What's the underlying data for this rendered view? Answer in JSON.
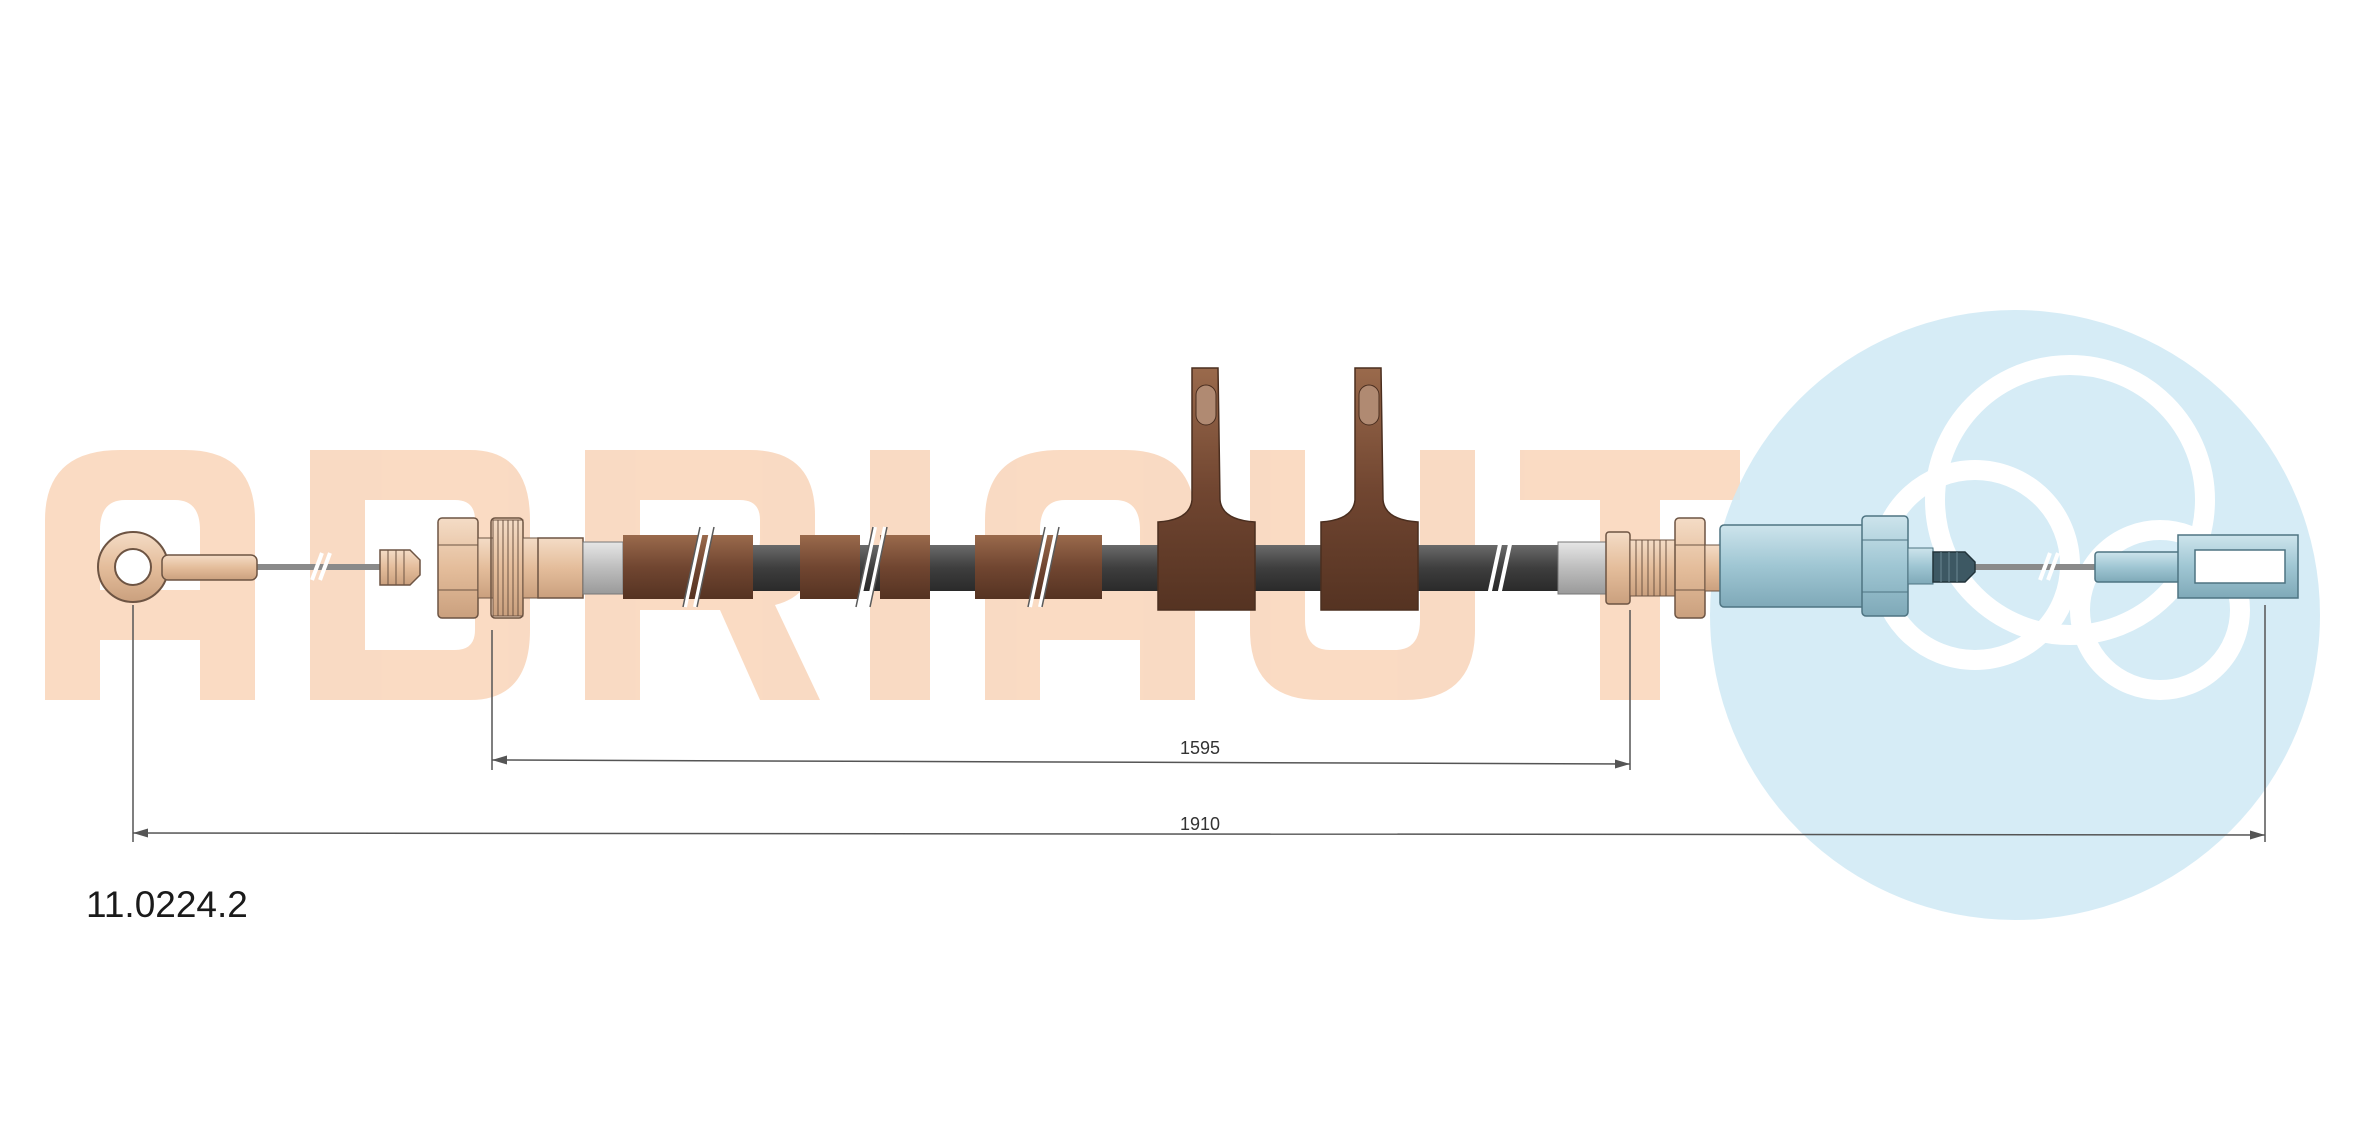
{
  "watermark": {
    "brand_text": "ADRIAUT",
    "text_color": "#f9d7bd",
    "logo_color": "#cfe9f5"
  },
  "dimensions": {
    "inner": "1595",
    "overall": "1910"
  },
  "part_number": "11.0224.2",
  "colors": {
    "sheath_dark": "#4a4a4a",
    "sheath_brown": "#7a4f35",
    "fitting_tan": "#e8c4a6",
    "fitting_blue": "#a7ccd8",
    "dim_line": "#555555"
  }
}
